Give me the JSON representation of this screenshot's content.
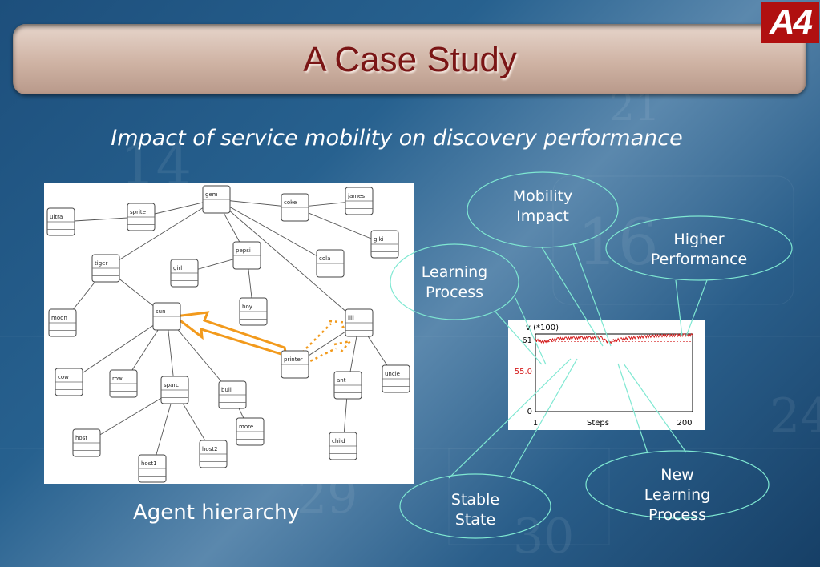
{
  "slide": {
    "title": "A Case Study",
    "logo": "A4",
    "subtitle": "Impact of service mobility on discovery performance",
    "hierarchy_caption": "Agent hierarchy"
  },
  "callouts": {
    "mobility_impact": {
      "line1": "Mobility",
      "line2": "Impact"
    },
    "higher_performance": {
      "line1": "Higher",
      "line2": "Performance"
    },
    "learning_process": {
      "line1": "Learning",
      "line2": "Process"
    },
    "stable_state": {
      "line1": "Stable",
      "line2": "State"
    },
    "new_learning": {
      "line1": "New",
      "line2": "Learning",
      "line3": "Process"
    }
  },
  "diagram": {
    "nodes": [
      {
        "id": "gem",
        "label": "gem"
      },
      {
        "id": "ultra",
        "label": "ultra"
      },
      {
        "id": "sprite",
        "label": "sprite"
      },
      {
        "id": "coke",
        "label": "coke"
      },
      {
        "id": "james",
        "label": "james"
      },
      {
        "id": "giki",
        "label": "giki"
      },
      {
        "id": "tiger",
        "label": "tiger"
      },
      {
        "id": "pepsi",
        "label": "pepsi"
      },
      {
        "id": "girl",
        "label": "girl"
      },
      {
        "id": "cola",
        "label": "cola"
      },
      {
        "id": "moon",
        "label": "moon"
      },
      {
        "id": "sun",
        "label": "sun"
      },
      {
        "id": "boy",
        "label": "boy"
      },
      {
        "id": "lili",
        "label": "lili"
      },
      {
        "id": "printer",
        "label": "printer"
      },
      {
        "id": "cow",
        "label": "cow"
      },
      {
        "id": "row",
        "label": "row"
      },
      {
        "id": "sparc",
        "label": "sparc"
      },
      {
        "id": "bull",
        "label": "bull"
      },
      {
        "id": "ant",
        "label": "ant"
      },
      {
        "id": "uncle",
        "label": "uncle"
      },
      {
        "id": "more",
        "label": "more"
      },
      {
        "id": "host",
        "label": "host"
      },
      {
        "id": "host2",
        "label": "host2"
      },
      {
        "id": "host1",
        "label": "host1"
      },
      {
        "id": "child",
        "label": "child"
      }
    ],
    "edges": [
      [
        "gem",
        "sprite"
      ],
      [
        "sprite",
        "ultra"
      ],
      [
        "gem",
        "coke"
      ],
      [
        "coke",
        "james"
      ],
      [
        "coke",
        "giki"
      ],
      [
        "gem",
        "tiger"
      ],
      [
        "gem",
        "pepsi"
      ],
      [
        "gem",
        "cola"
      ],
      [
        "gem",
        "lili"
      ],
      [
        "pepsi",
        "girl"
      ],
      [
        "pepsi",
        "boy"
      ],
      [
        "tiger",
        "moon"
      ],
      [
        "tiger",
        "sun"
      ],
      [
        "sun",
        "cow"
      ],
      [
        "sun",
        "row"
      ],
      [
        "sun",
        "sparc"
      ],
      [
        "sun",
        "bull"
      ],
      [
        "bull",
        "more"
      ],
      [
        "sparc",
        "host"
      ],
      [
        "sparc",
        "host1"
      ],
      [
        "sparc",
        "host2"
      ],
      [
        "lili",
        "printer"
      ],
      [
        "lili",
        "ant"
      ],
      [
        "lili",
        "uncle"
      ],
      [
        "ant",
        "child"
      ]
    ]
  },
  "chart_data": {
    "type": "line",
    "ylabel": "v (*100)",
    "xlabel": "Steps",
    "xlim": [
      1,
      200
    ],
    "ylim": [
      0,
      61
    ],
    "x_ticks": [
      "1",
      "200"
    ],
    "y_ticks": [
      "0",
      "55.0",
      "61"
    ],
    "reference_line": 55.0,
    "series_color": "#d41b1b",
    "series": [
      {
        "x": [
          1,
          10,
          20,
          30,
          40,
          50,
          60,
          70,
          80,
          85,
          90,
          95,
          100,
          110,
          120,
          130,
          140,
          150,
          160,
          170,
          180,
          190,
          200
        ],
        "values": [
          56.5,
          54.8,
          56.0,
          57.2,
          57.6,
          57.8,
          58.0,
          58.1,
          58.2,
          57.8,
          55.5,
          54.2,
          55.8,
          57.0,
          57.8,
          58.4,
          58.9,
          59.3,
          59.6,
          59.8,
          60.0,
          60.2,
          60.3
        ]
      }
    ]
  }
}
